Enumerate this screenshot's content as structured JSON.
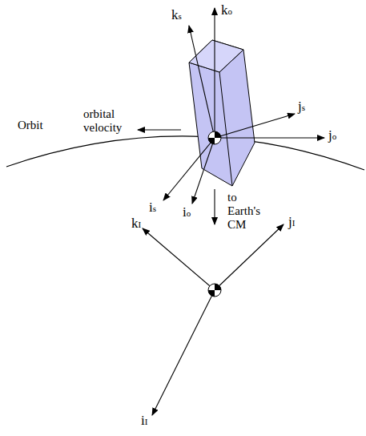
{
  "diagram": {
    "labels": [
      "ks",
      "ko",
      "orbital velocity",
      "Orbit",
      "js",
      "jo",
      "is",
      "io",
      "to Earth's CM",
      "kI",
      "jI",
      "iI"
    ]
  }
}
